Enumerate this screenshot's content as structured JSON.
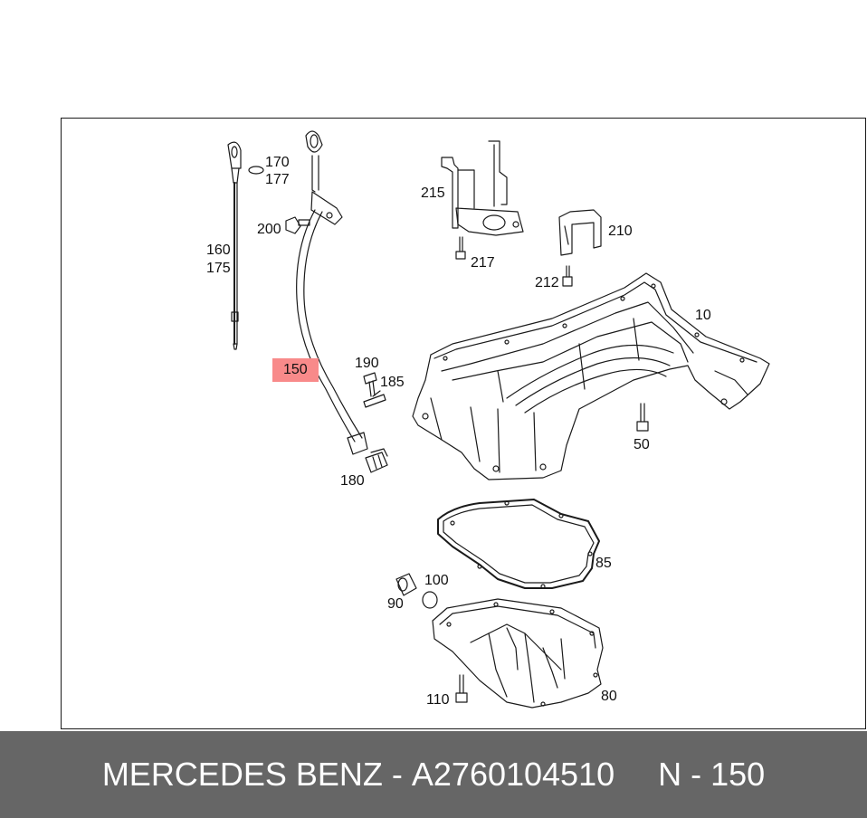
{
  "diagram": {
    "callouts": {
      "c10": "10",
      "c50": "50",
      "c80": "80",
      "c85": "85",
      "c90": "90",
      "c100": "100",
      "c110": "110",
      "c150": "150",
      "c160": "160",
      "c170": "170",
      "c175": "175",
      "c177": "177",
      "c180": "180",
      "c185": "185",
      "c190": "190",
      "c200": "200",
      "c210": "210",
      "c212": "212",
      "c215": "215",
      "c217": "217"
    },
    "highlight_color": "#f88a8a"
  },
  "footer": {
    "brand": "MERCEDES BENZ",
    "separator": "-",
    "part_number": "A2760104510",
    "position_label": "N - 150",
    "background": "#666666"
  }
}
